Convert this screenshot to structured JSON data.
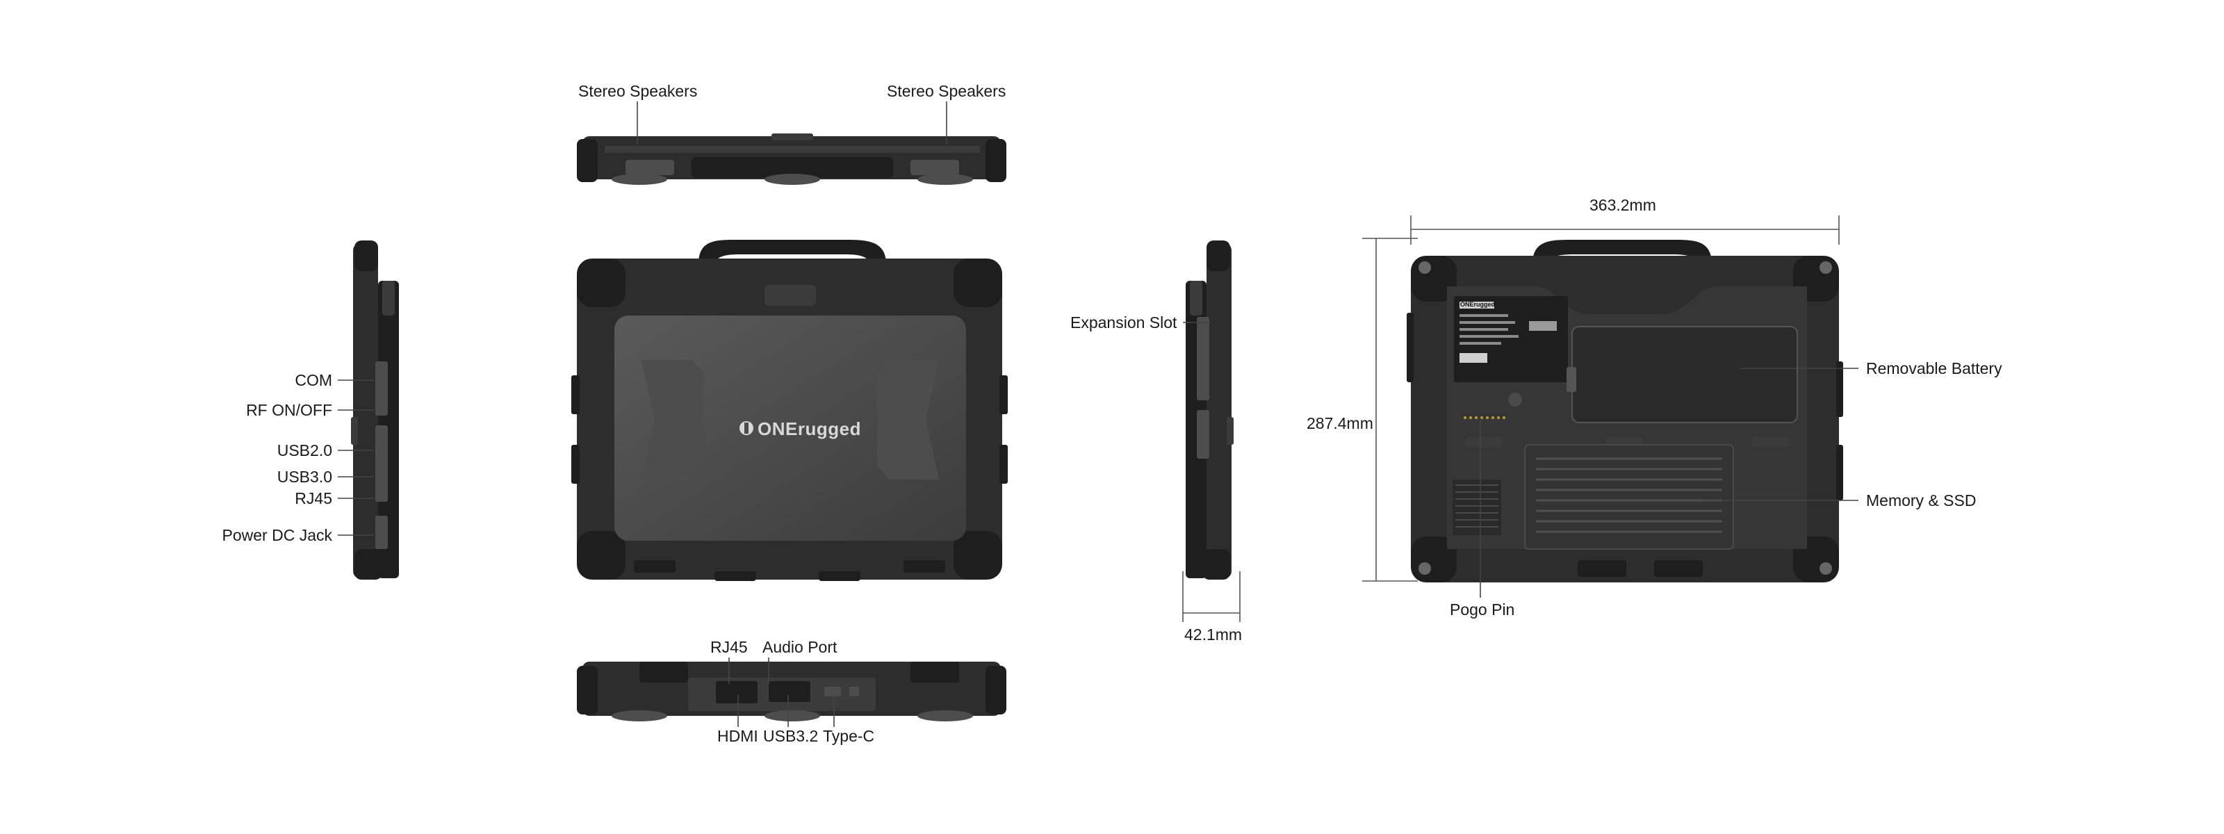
{
  "brand": {
    "logo_text": "ONErugged",
    "label_brand": "ONErugged"
  },
  "top_view": {
    "speaker_left": "Stereo Speakers",
    "speaker_right": "Stereo Speakers"
  },
  "left_side_view": {
    "ports": [
      "COM",
      "RF ON/OFF",
      "USB2.0",
      "USB3.0",
      "RJ45",
      "Power DC Jack"
    ]
  },
  "right_side_view": {
    "expansion_slot": "Expansion Slot",
    "thickness": "42.1mm"
  },
  "rear_view": {
    "rj45": "RJ45",
    "audio_port": "Audio Port",
    "hdmi": "HDMI",
    "usb32": "USB3.2",
    "type_c": "Type-C"
  },
  "bottom_view": {
    "width": "363.2mm",
    "height": "287.4mm",
    "removable_battery": "Removable Battery",
    "memory_ssd": "Memory & SSD",
    "pogo_pin": "Pogo Pin"
  },
  "colors": {
    "device_body": "#2d2d2d",
    "panel": "#4a4a4a",
    "background": "#ffffff"
  }
}
